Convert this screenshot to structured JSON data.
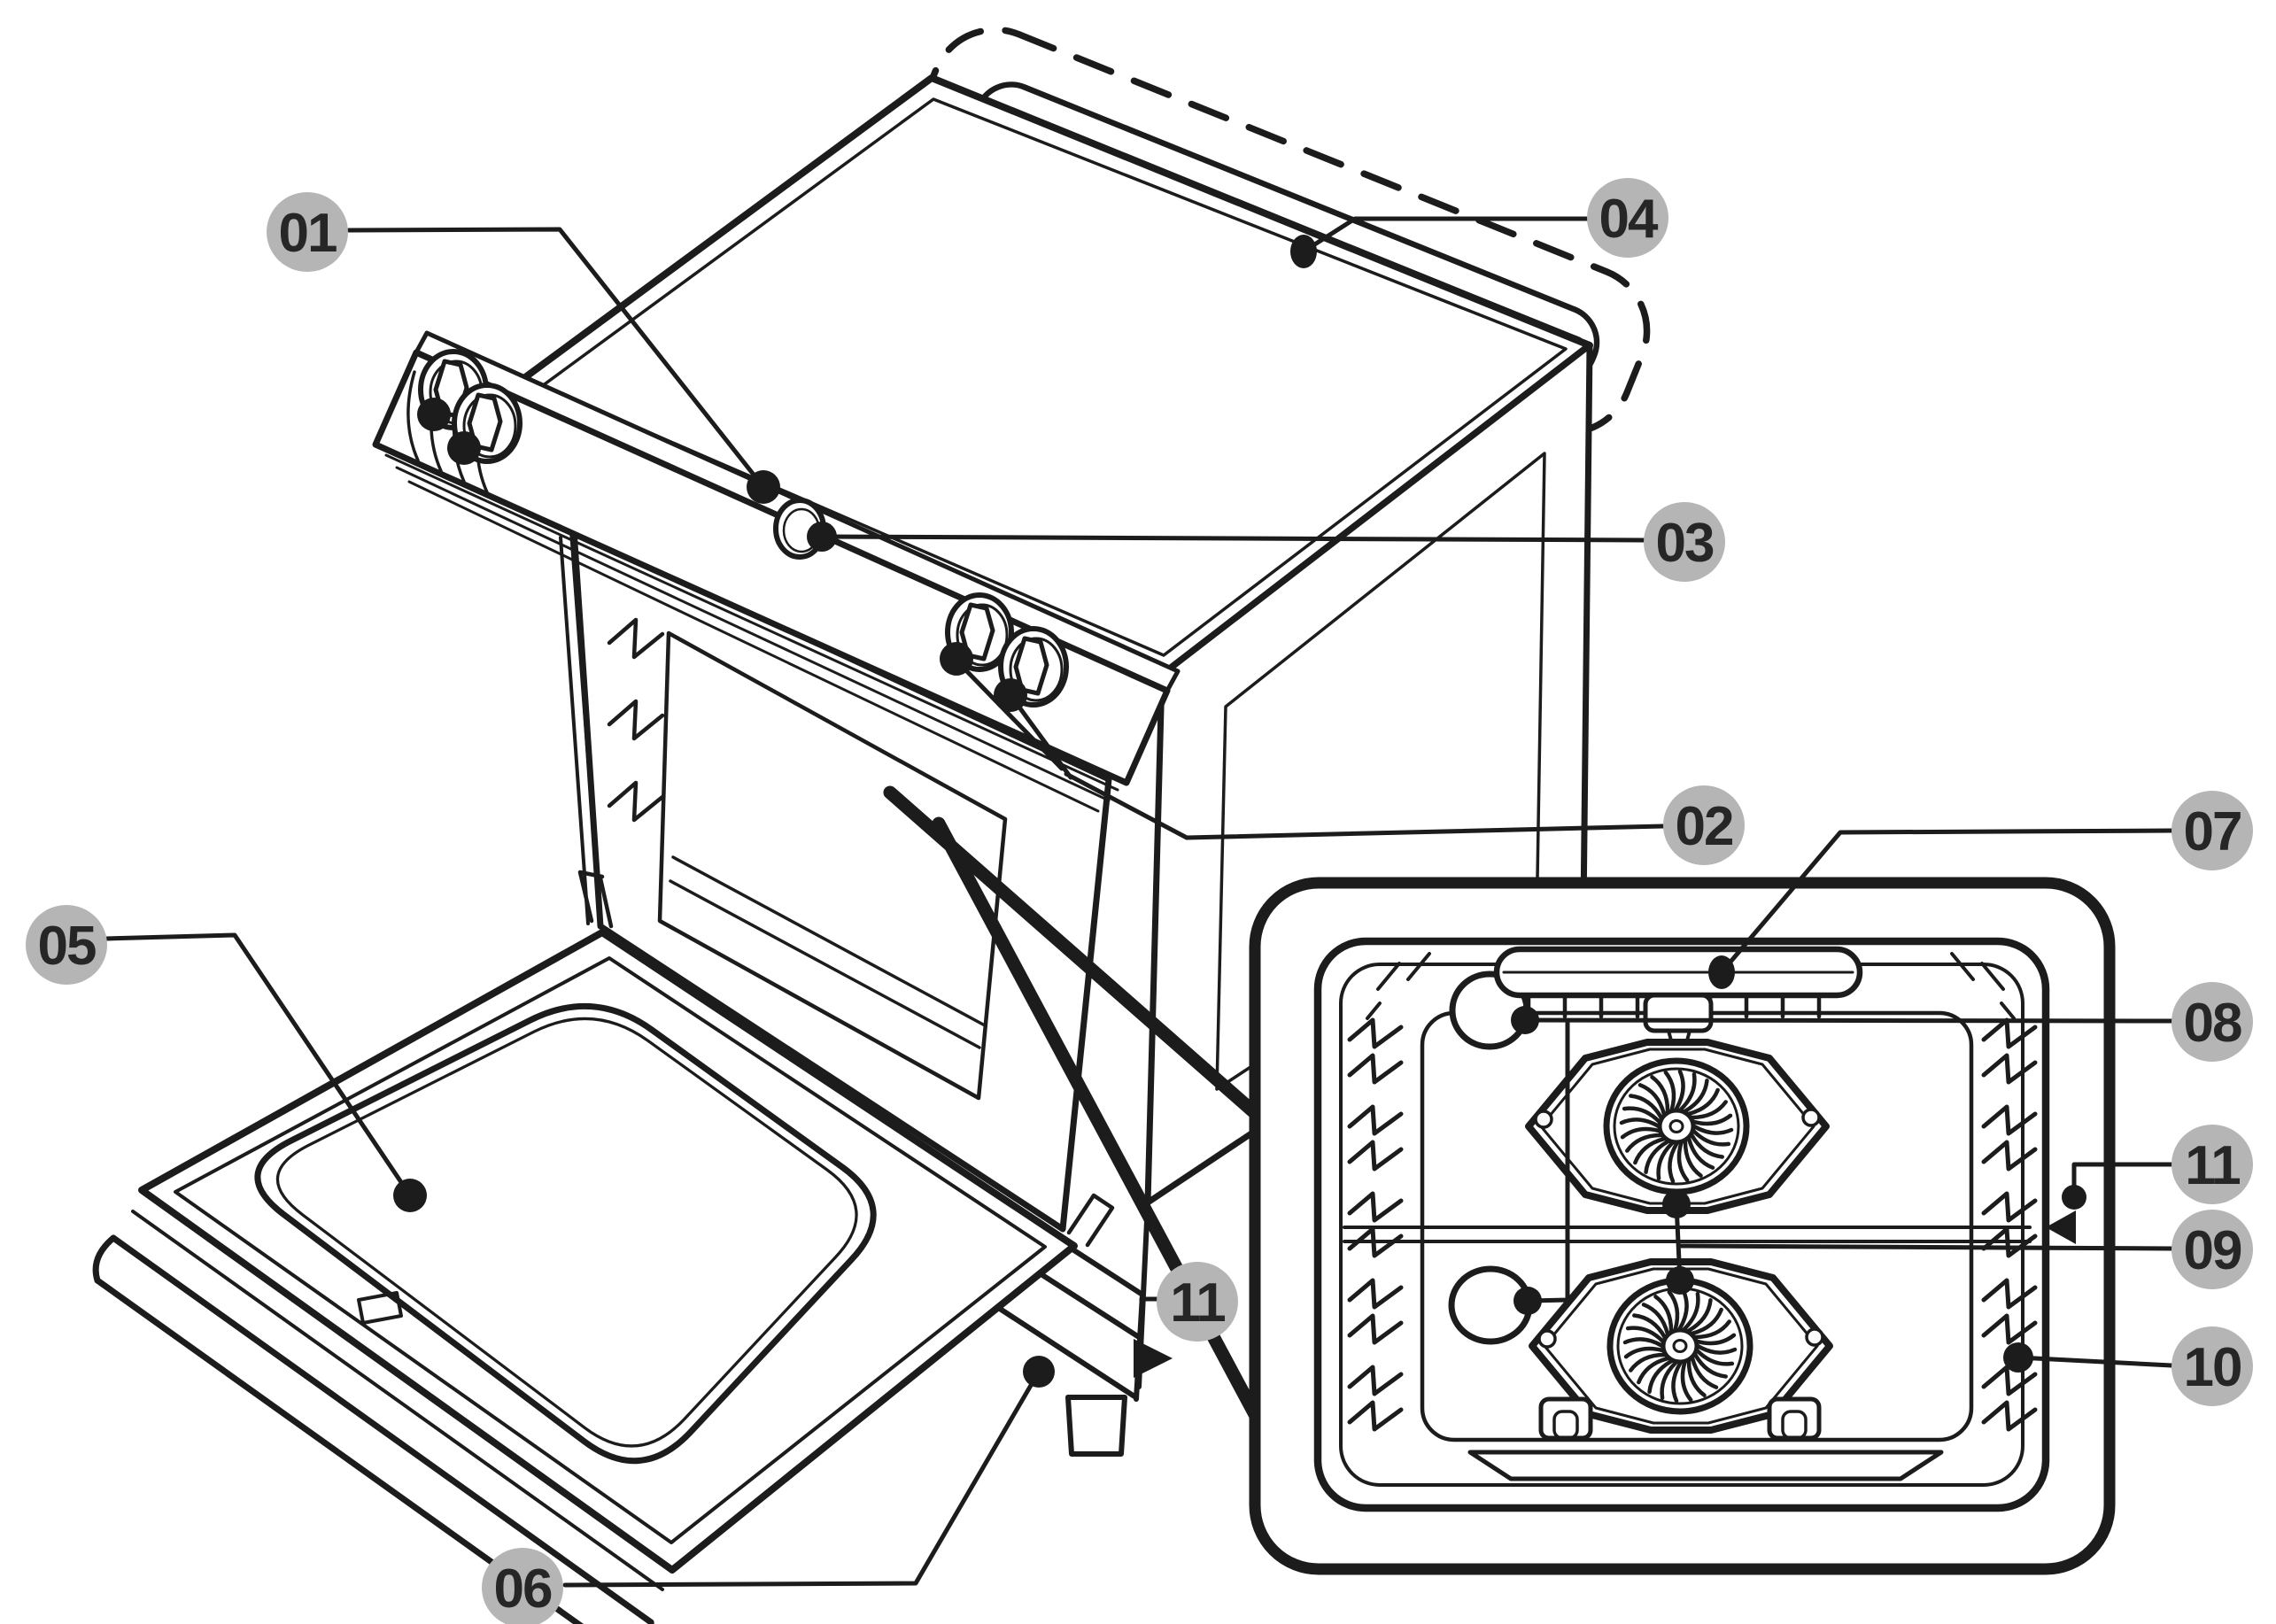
{
  "diagram": {
    "kind": "oven-parts-callout-diagram",
    "colors": {
      "line": "#1c1c1c",
      "badge_fill": "#b5b5b5",
      "badge_text": "#262626",
      "background": "#ffffff"
    },
    "callouts": [
      {
        "label": "01"
      },
      {
        "label": "02"
      },
      {
        "label": "03"
      },
      {
        "label": "04"
      },
      {
        "label": "05"
      },
      {
        "label": "06"
      },
      {
        "label": "07"
      },
      {
        "label": "08"
      },
      {
        "label": "09"
      },
      {
        "label": "10"
      },
      {
        "label": "11"
      },
      {
        "label": "11"
      }
    ],
    "icons": [
      {
        "name": "triangle-marker-right"
      },
      {
        "name": "triangle-marker-left"
      }
    ]
  }
}
